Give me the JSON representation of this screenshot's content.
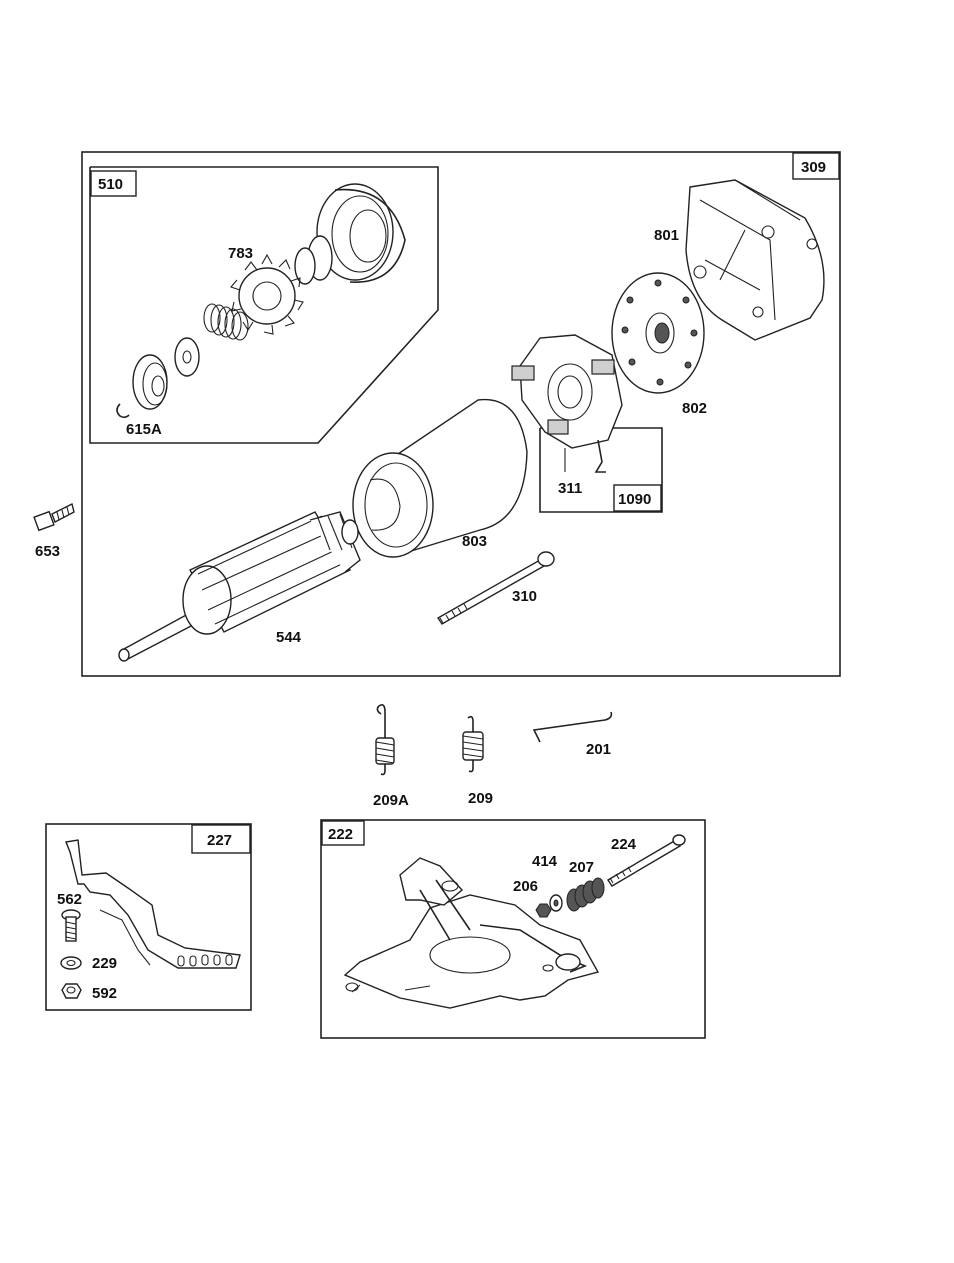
{
  "frames": {
    "starter_assembly": "309",
    "drive_kit": "510",
    "brush_kit": "1090",
    "governor_lever": "227",
    "control_bracket": "222"
  },
  "parts": {
    "p783": "783",
    "p615a": "615A",
    "p801": "801",
    "p802": "802",
    "p311": "311",
    "p803": "803",
    "p653": "653",
    "p310": "310",
    "p544": "544",
    "p209a": "209A",
    "p209": "209",
    "p201": "201",
    "p562": "562",
    "p229": "229",
    "p592": "592",
    "p224": "224",
    "p414": "414",
    "p207": "207",
    "p206": "206"
  }
}
